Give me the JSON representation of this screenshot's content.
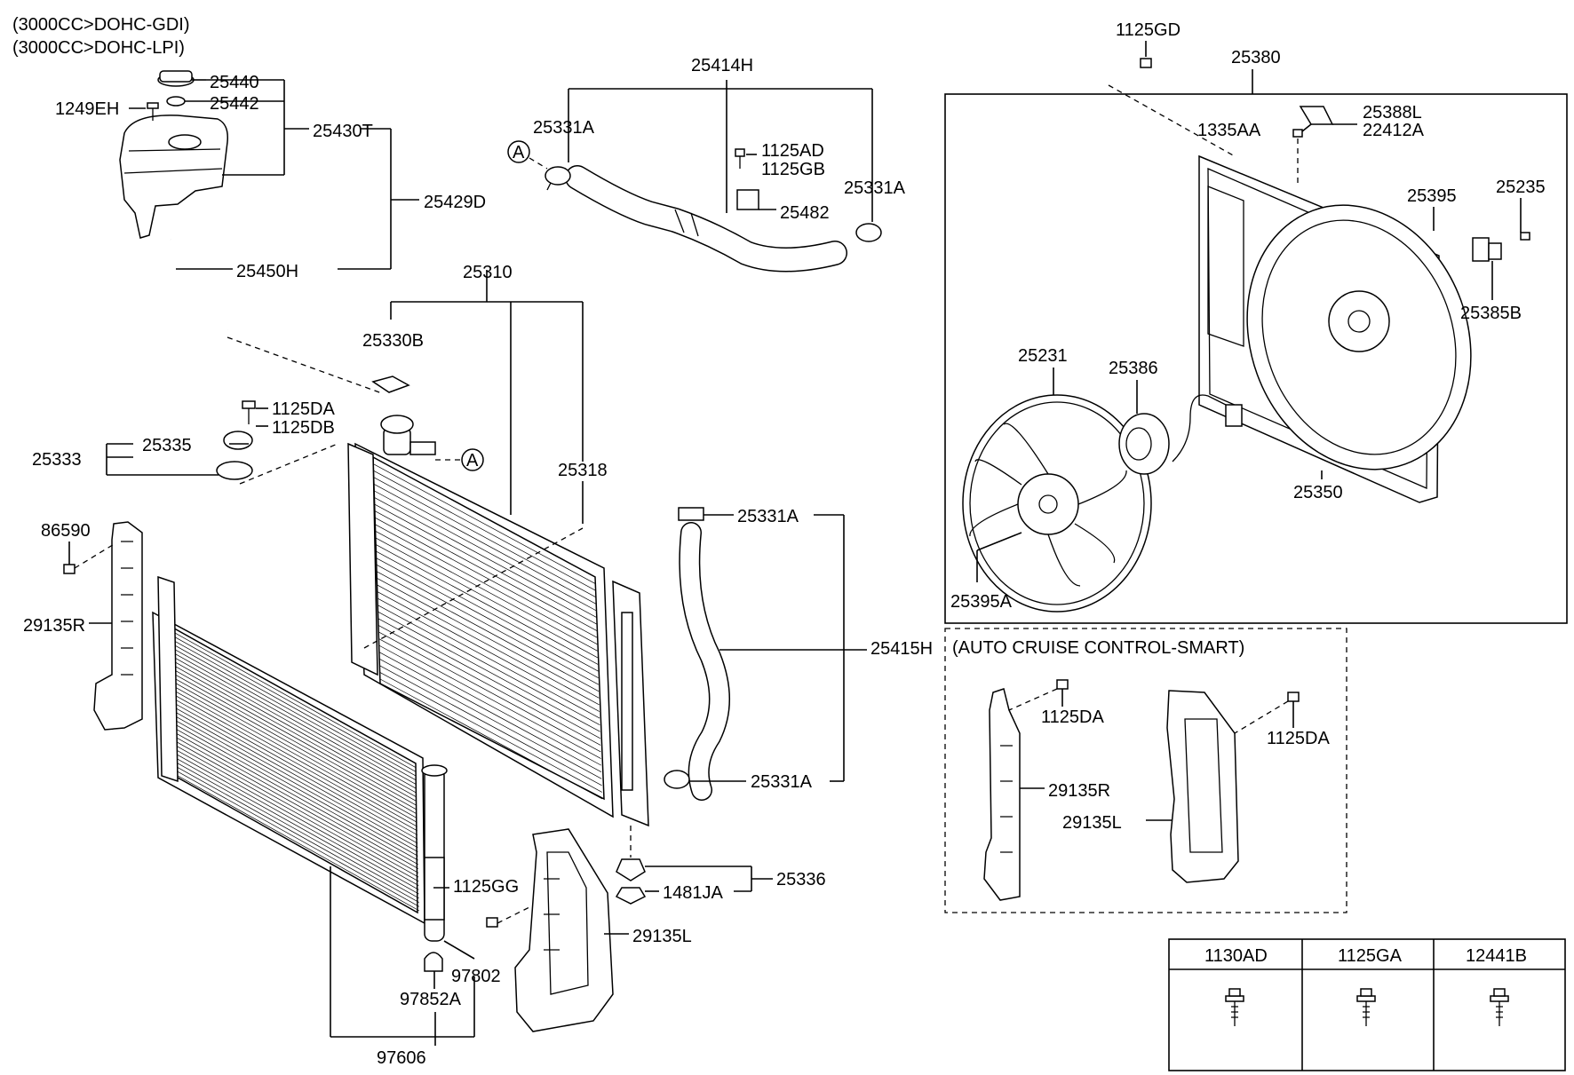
{
  "header": {
    "variant_1": "(3000CC>DOHC-GDI)",
    "variant_2": "(3000CC>DOHC-LPI)"
  },
  "labels": {
    "p25440": "25440",
    "p25442": "25442",
    "p1249EH": "1249EH",
    "p25430T": "25430T",
    "p25429D": "25429D",
    "p25450H": "25450H",
    "p25414H": "25414H",
    "p25331A_top_left": "25331A",
    "p25331A_top_right": "25331A",
    "p1125AD": "1125AD",
    "p1125GB": "1125GB",
    "p25482": "25482",
    "p25310": "25310",
    "p25330B": "25330B",
    "p1125DA": "1125DA",
    "p1125DB": "1125DB",
    "p25335": "25335",
    "p25333": "25333",
    "p25318": "25318",
    "p86590": "86590",
    "p29135R": "29135R",
    "p25331A_mid": "25331A",
    "p25415H": "25415H",
    "p25331A_low": "25331A",
    "p25336": "25336",
    "p1481JA": "1481JA",
    "p1125GG": "1125GG",
    "p29135L": "29135L",
    "p97802": "97802",
    "p97852A": "97852A",
    "p97606": "97606",
    "p1125GD": "1125GD",
    "p25380": "25380",
    "p25388L": "25388L",
    "p22412A": "22412A",
    "p1335AA": "1335AA",
    "p25395": "25395",
    "p25235": "25235",
    "p25385B": "25385B",
    "p25231": "25231",
    "p25386": "25386",
    "p25350": "25350",
    "p25395A": "25395A"
  },
  "callout": "A",
  "smart_box": {
    "title": "(AUTO CRUISE CONTROL-SMART)",
    "p1125DA_left": "1125DA",
    "p1125DA_right": "1125DA",
    "p29135R": "29135R",
    "p29135L": "29135L"
  },
  "fastener_table": {
    "headers": [
      "1130AD",
      "1125GA",
      "12441B"
    ]
  }
}
